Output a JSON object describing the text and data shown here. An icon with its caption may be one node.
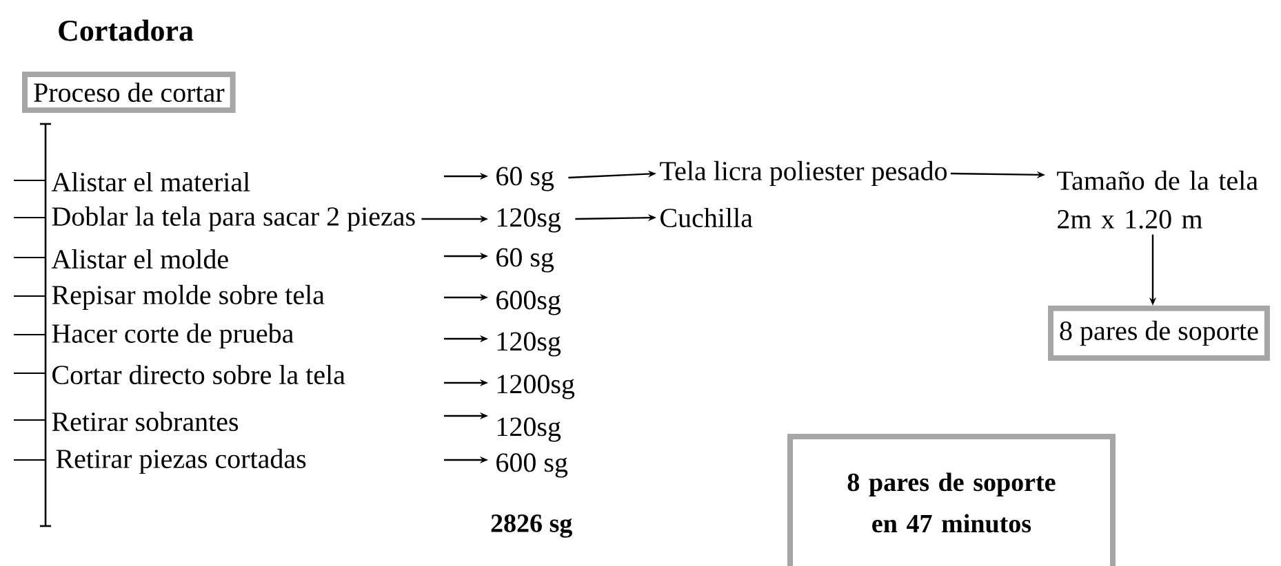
{
  "diagram": {
    "title": "Cortadora",
    "nodes": [
      {
        "text": [
          "Proceso de cortar"
        ]
      },
      {
        "text": [
          "Alistar el material"
        ]
      },
      {
        "text": [
          "Doblar la tela para sacar 2 piezas"
        ]
      },
      {
        "text": [
          "Alistar el molde"
        ]
      },
      {
        "text": [
          "Repisar molde sobre tela"
        ]
      },
      {
        "text": [
          "Hacer corte de prueba"
        ]
      },
      {
        "text": [
          "Cortar directo sobre la tela"
        ]
      },
      {
        "text": [
          "Retirar sobrantes"
        ]
      },
      {
        "text": [
          "Retirar piezas cortadas"
        ]
      },
      {
        "text": [
          "60 sg"
        ]
      },
      {
        "text": [
          "120sg"
        ]
      },
      {
        "text": [
          "60 sg"
        ]
      },
      {
        "text": [
          "600sg"
        ]
      },
      {
        "text": [
          "120sg"
        ]
      },
      {
        "text": [
          "1200sg"
        ]
      },
      {
        "text": [
          "120sg"
        ]
      },
      {
        "text": [
          "600 sg"
        ]
      },
      {
        "text": [
          "Tela licra poliester pesado"
        ]
      },
      {
        "text": [
          "Cuchilla"
        ]
      },
      {
        "text": [
          "Tamaño de la tela 2m x 1.20 m"
        ]
      },
      {
        "text": [
          "8 pares de soporte"
        ]
      },
      {
        "text": [
          "8 pares de soporte en 47 minutos"
        ]
      }
    ],
    "edges": [
      {
        "from": null,
        "to": 9,
        "arrow": "to"
      },
      {
        "from": 2,
        "to": 10,
        "arrow": "to"
      },
      {
        "from": null,
        "to": 11,
        "arrow": "to"
      },
      {
        "from": null,
        "to": 12,
        "arrow": "to"
      },
      {
        "from": null,
        "to": 13,
        "arrow": "to"
      },
      {
        "from": null,
        "to": 14,
        "arrow": "to"
      },
      {
        "from": null,
        "to": 15,
        "arrow": "to"
      },
      {
        "from": null,
        "to": 16,
        "arrow": "to"
      },
      {
        "from": 9,
        "to": 17,
        "arrow": "to"
      },
      {
        "from": 10,
        "to": 18,
        "arrow": "to"
      },
      {
        "from": 17,
        "to": 19,
        "arrow": "to"
      },
      {
        "from": 19,
        "to": 20,
        "arrow": "to"
      }
    ],
    "labels": [
      "2826 sg"
    ]
  }
}
